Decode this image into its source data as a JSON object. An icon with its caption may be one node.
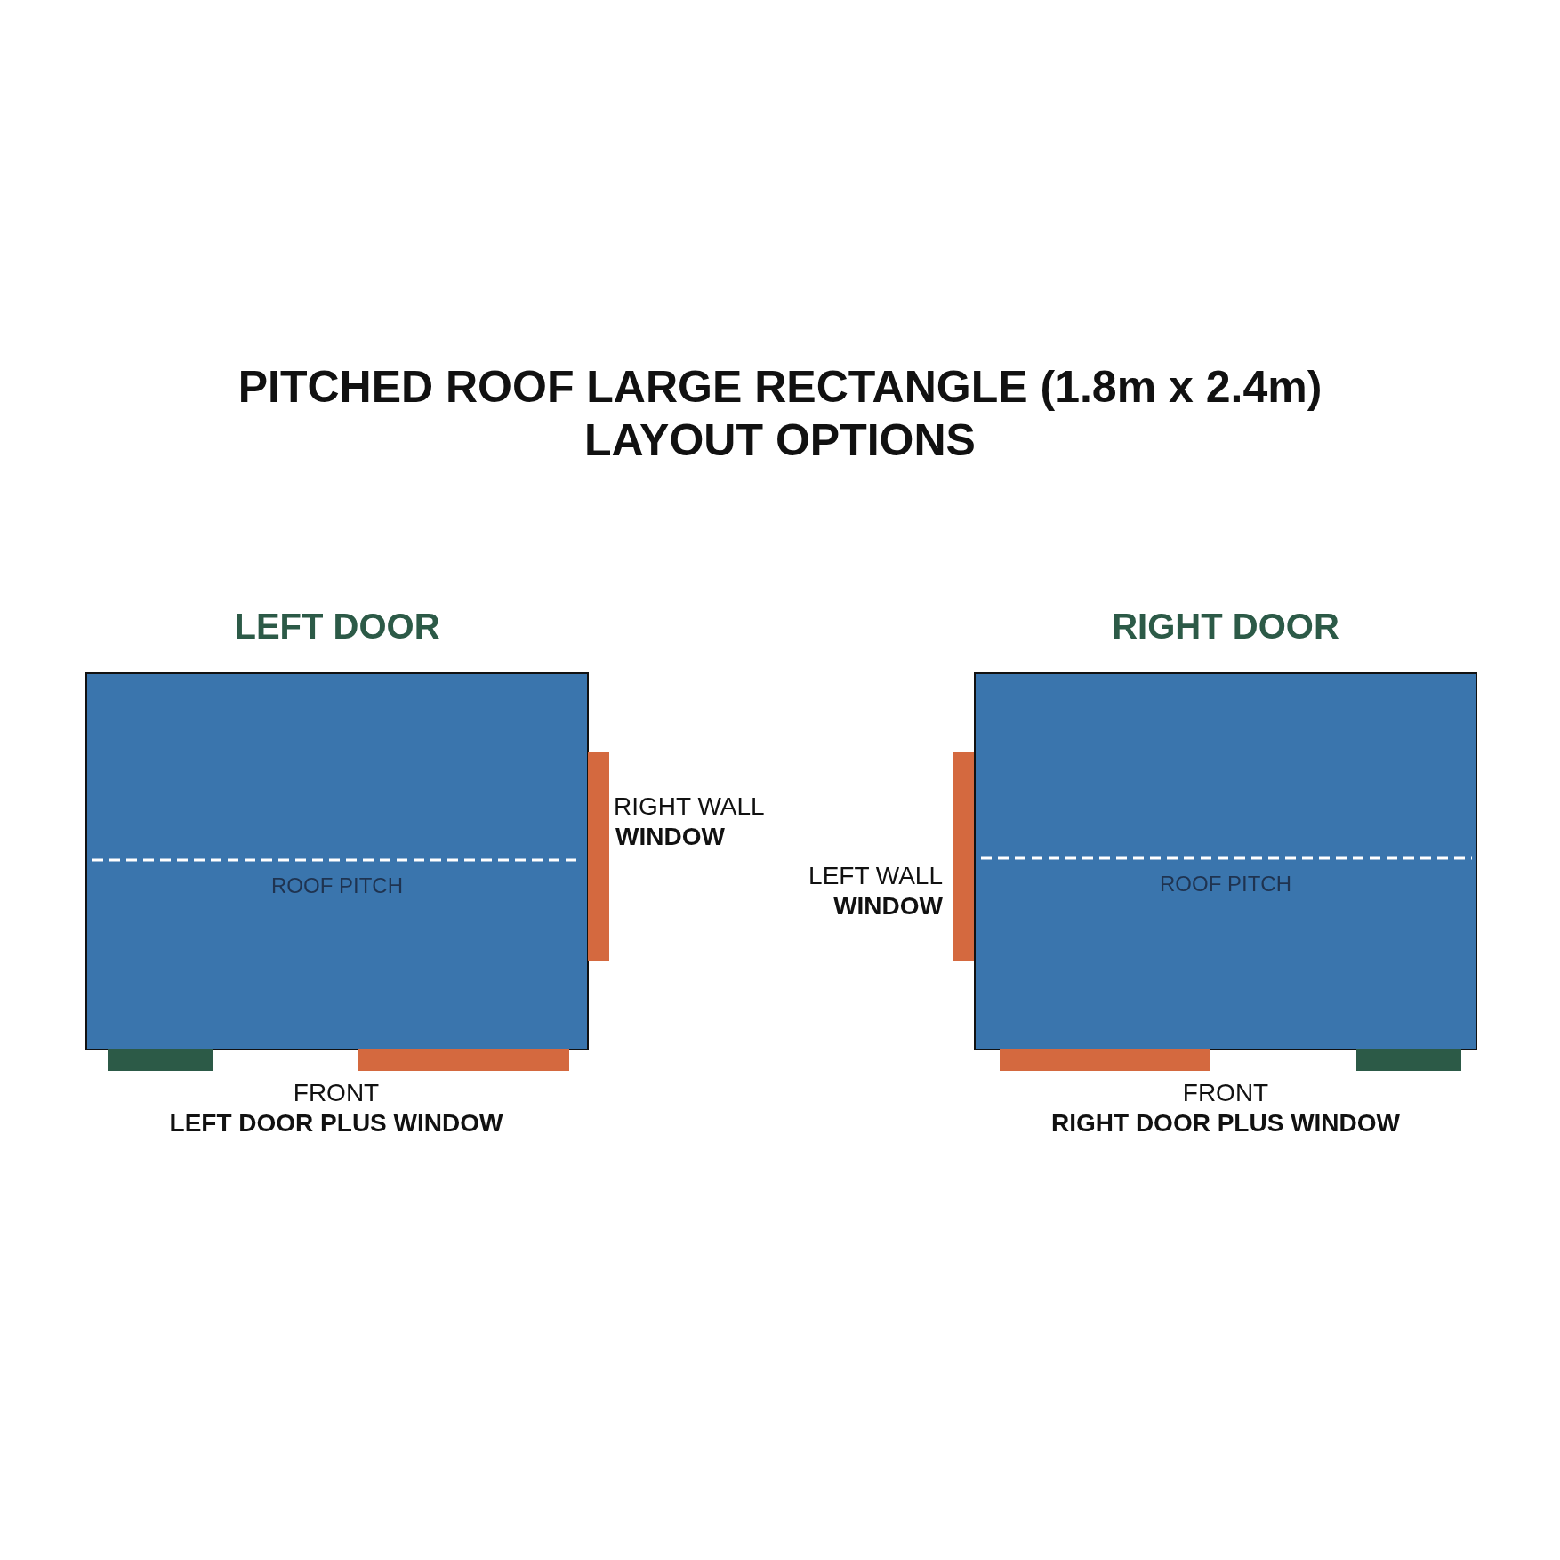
{
  "diagram": {
    "title": "PITCHED ROOF LARGE RECTANGLE (1.8m x 2.4m) LAYOUT OPTIONS",
    "nodes": [
      {
        "text": [
          "LEFT DOOR",
          "ROOF PITCH"
        ]
      },
      {
        "text": [],
        "shape": "bar"
      },
      {
        "text": [],
        "shape": "bar"
      },
      {
        "text": [],
        "shape": "bar"
      },
      {
        "text": [
          "RIGHT DOOR",
          "ROOF PITCH"
        ]
      },
      {
        "text": [],
        "shape": "bar"
      },
      {
        "text": [],
        "shape": "bar"
      },
      {
        "text": [],
        "shape": "bar"
      }
    ],
    "labels": [
      "RIGHT WALL",
      "WINDOW",
      "LEFT WALL",
      "WINDOW",
      "FRONT",
      "LEFT DOOR PLUS WINDOW",
      "FRONT",
      "RIGHT DOOR PLUS WINDOW"
    ]
  }
}
